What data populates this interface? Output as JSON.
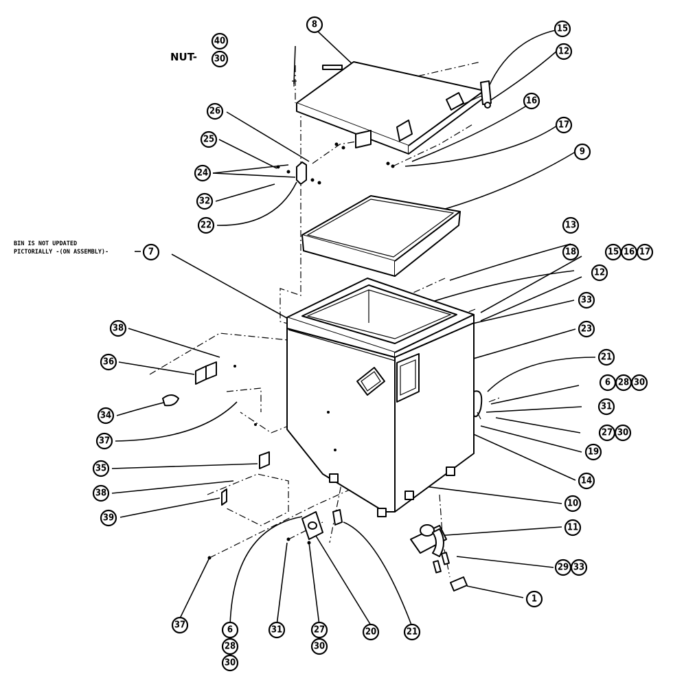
{
  "annotations": {
    "nut_label": "NUT-",
    "bin_note_line1": "BIN IS NOT UPDATED",
    "bin_note_line2": "PICTORIALLY -(ON ASSEMBLY)-"
  },
  "callouts": {
    "c1": "1",
    "c6a": "6",
    "c6b": "6",
    "c7": "7",
    "c8": "8",
    "c9": "9",
    "c10": "10",
    "c11": "11",
    "c12a": "12",
    "c12b": "12",
    "c13": "13",
    "c14": "14",
    "c15a": "15",
    "c15b": "15",
    "c16a": "16",
    "c16b": "16",
    "c17a": "17",
    "c17b": "17",
    "c18": "18",
    "c19": "19",
    "c20": "20",
    "c21a": "21",
    "c21b": "21",
    "c22": "22",
    "c23": "23",
    "c24": "24",
    "c25": "25",
    "c26": "26",
    "c27a": "27",
    "c27b": "27",
    "c28a": "28",
    "c28b": "28",
    "c29": "29",
    "c30a": "30",
    "c30b": "30",
    "c30c": "30",
    "c30d": "30",
    "c30e": "30",
    "c31a": "31",
    "c31b": "31",
    "c32": "32",
    "c33a": "33",
    "c33b": "33",
    "c34": "34",
    "c35": "35",
    "c36": "36",
    "c37a": "37",
    "c37b": "37",
    "c38a": "38",
    "c38b": "38",
    "c39": "39",
    "c40": "40"
  }
}
